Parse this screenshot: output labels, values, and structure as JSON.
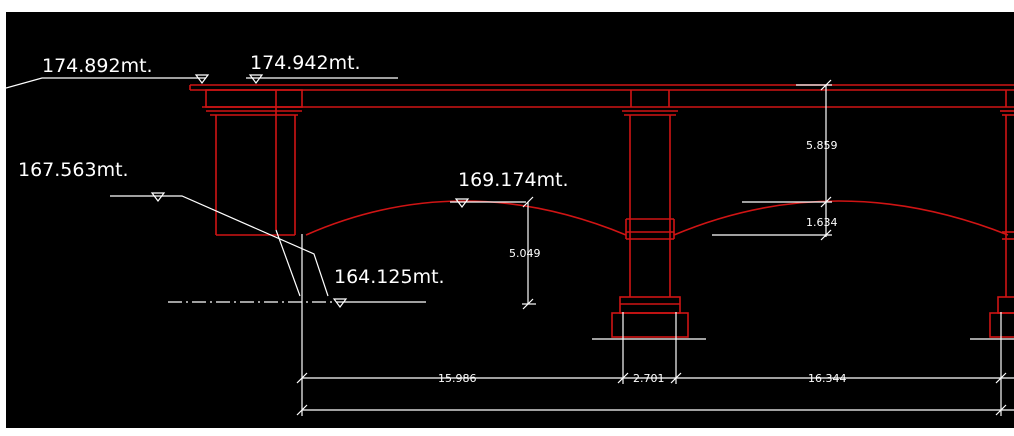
{
  "colors": {
    "background": "#000000",
    "structure": "#d01414",
    "annotation": "#ffffff",
    "page_border": "#ffffff"
  },
  "levels": [
    {
      "key": "left_ground",
      "label": "174.892mt."
    },
    {
      "key": "deck",
      "label": "174.942mt."
    },
    {
      "key": "bank",
      "label": "167.563mt."
    },
    {
      "key": "arch_crown",
      "label": "169.174mt."
    },
    {
      "key": "river_bed",
      "label": "164.125mt."
    }
  ],
  "dimensions": {
    "pier_height": "5.859",
    "crown_to_deck": "1.634",
    "arch_rise": "5.049",
    "span_left": "15.986",
    "pier_width": "2.701",
    "span_right": "16.344"
  }
}
